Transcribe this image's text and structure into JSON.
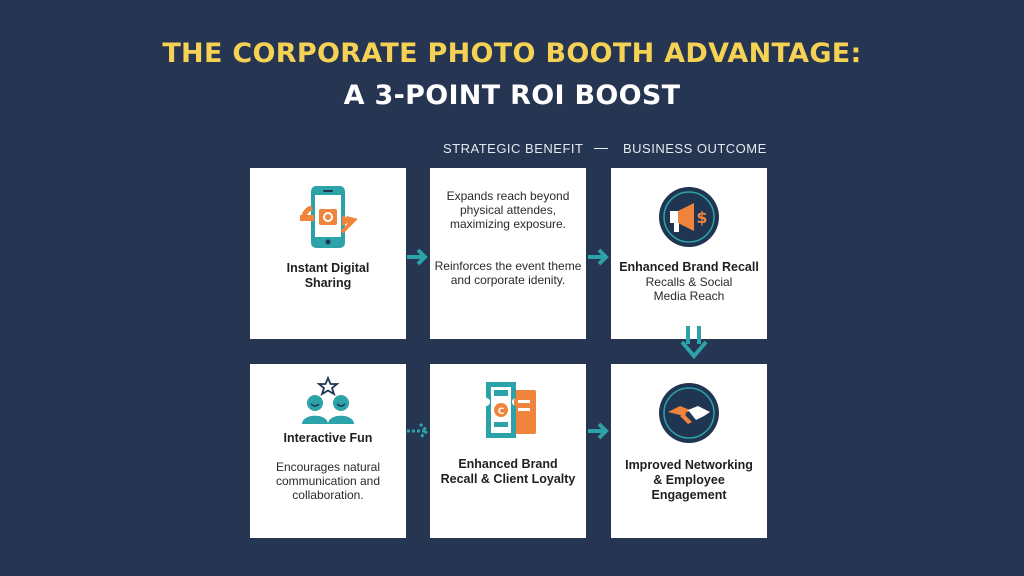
{
  "title": {
    "line1": "THE CORPORATE PHOTO BOOTH ADVANTAGE:",
    "line2": "A 3-POINT ROI BOOST"
  },
  "column_headers": {
    "left": "STRATEGIC BENEFIT",
    "right": "BUSINESS OUTCOME"
  },
  "row1": {
    "card1": {
      "label": "Instant Digital Sharing",
      "icon": "phone-share-icon"
    },
    "card2": {
      "text1": "Expands reach beyond physical attendes, maximizing exposure.",
      "text2": "Reinforces the event theme and corporate idenity."
    },
    "card3": {
      "label": "Enhanced Brand Recall",
      "text": "Recalls & Social Media Reach",
      "icon": "megaphone-dollar-icon"
    }
  },
  "row2": {
    "card1": {
      "label": "Interactive Fun",
      "text": "Encourages natural communication and collaboration.",
      "icon": "people-star-icon"
    },
    "card2": {
      "label": "Enhanced Brand Recall & Client Loyalty",
      "icon": "tickets-icon"
    },
    "card3": {
      "label": "Improved Networking & Employee Engagement",
      "icon": "handshake-icon"
    }
  },
  "colors": {
    "background": "#253552",
    "title_accent": "#F5D154",
    "arrow": "#2BA3A8",
    "icon_orange": "#F0843C",
    "icon_navy": "#1F3552"
  }
}
